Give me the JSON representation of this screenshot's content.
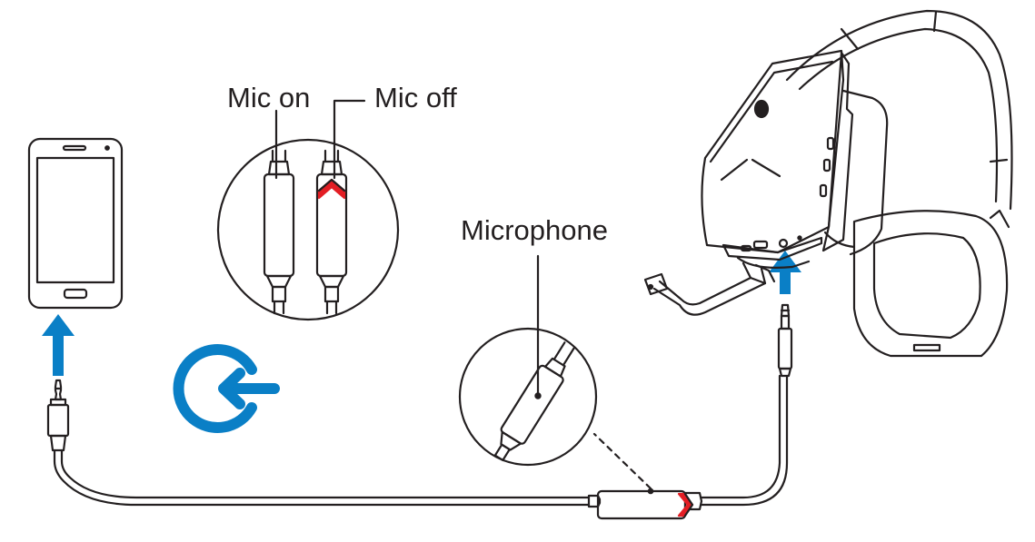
{
  "labels": {
    "mic_on": "Mic on",
    "mic_off": "Mic off",
    "microphone": "Microphone"
  },
  "colors": {
    "line": "#231f20",
    "arrow_blue": "#0a7fc6",
    "indicator_red": "#e31e24",
    "background": "#ffffff"
  },
  "icons": {
    "phone": "smartphone-icon",
    "headset": "headset-icon",
    "audio_input": "audio-input-icon",
    "arrow": "arrow-up-icon"
  }
}
